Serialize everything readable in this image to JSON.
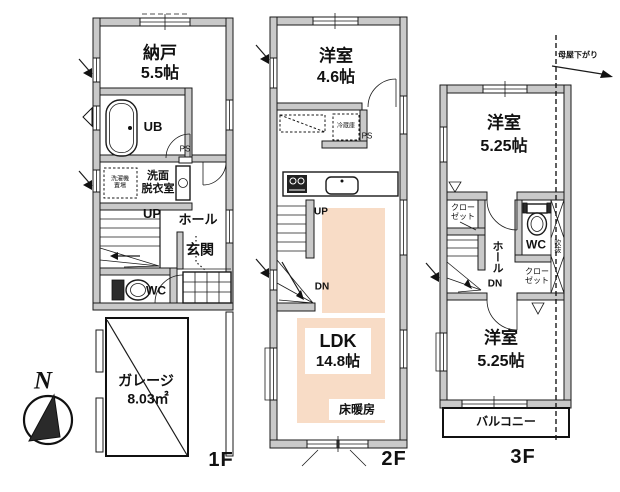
{
  "floors": {
    "f1": {
      "floor_label": "1F",
      "storage_name": "納戸",
      "storage_size": "5.5帖",
      "ub": "UB",
      "laundry": "洗濯機置場",
      "washroom_line1": "洗面",
      "washroom_line2": "脱衣室",
      "ps": "PS",
      "up": "UP",
      "hall": "ホール",
      "entrance": "玄関",
      "wc": "WC",
      "garage_name": "ガレージ",
      "garage_size": "8.03㎡"
    },
    "f2": {
      "floor_label": "2F",
      "room_name": "洋室",
      "room_size": "4.6帖",
      "fridge": "冷蔵庫",
      "ps": "PS",
      "up": "UP",
      "dn": "DN",
      "ldk_name": "LDK",
      "ldk_size": "14.8帖",
      "floor_heating": "床暖房"
    },
    "f3": {
      "floor_label": "3F",
      "room_north_name": "洋室",
      "room_north_size": "5.25帖",
      "closet_upper": "クローゼット",
      "closet_lower": "クローゼット",
      "hall": "ホール",
      "dn": "DN",
      "wc": "WC",
      "void": "吹抜",
      "room_south_name": "洋室",
      "room_south_size": "5.25帖",
      "balcony": "バルコニー",
      "roof_slope": "母屋下がり"
    }
  },
  "compass": {
    "north_label": "N"
  },
  "colors": {
    "wall": "#c9c9c9",
    "floor_heating": "#f8dcc6",
    "line": "#1a1a1a",
    "background": "#ffffff"
  }
}
